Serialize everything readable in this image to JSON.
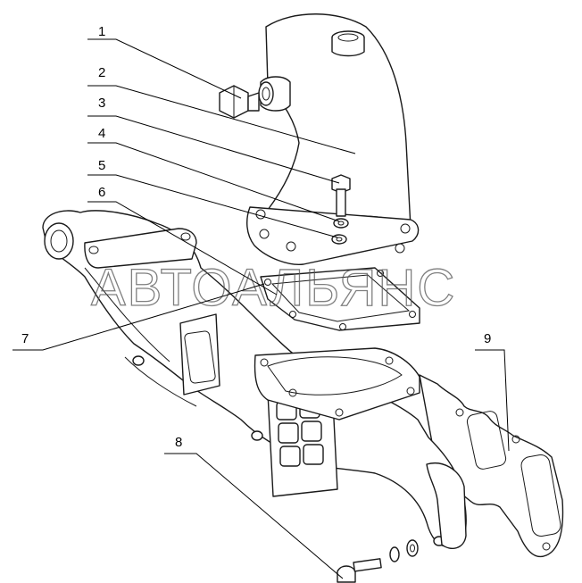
{
  "watermark": "АВТОАЛЬЯНС",
  "callouts": [
    "1",
    "2",
    "3",
    "4",
    "5",
    "6",
    "7",
    "8",
    "9"
  ],
  "colors": {
    "line": "#1a1a1a",
    "background": "#ffffff",
    "watermark": "#555555"
  }
}
